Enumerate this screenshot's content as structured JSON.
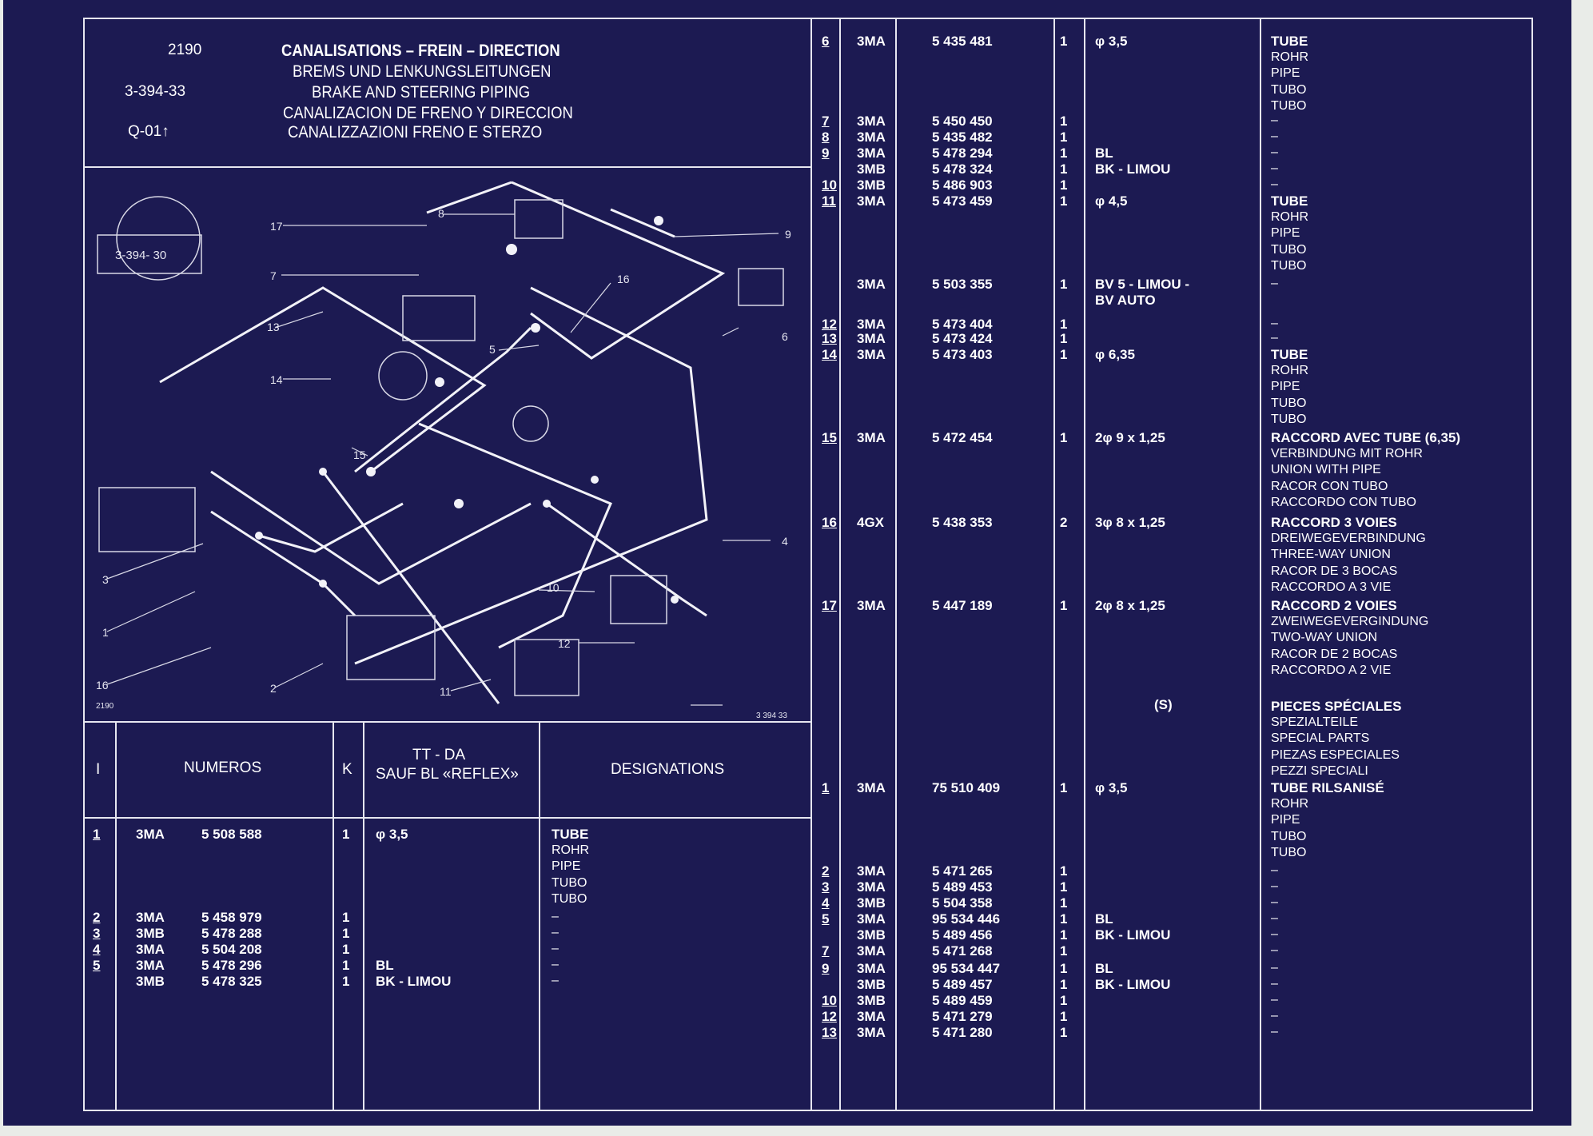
{
  "header": {
    "code": "2190",
    "ref": "3-394-33",
    "date": "Q-01↑",
    "title_fr": "CANALISATIONS – FREIN – DIRECTION",
    "title_de": "BREMS UND LENKUNGSLEITUNGEN",
    "title_en": "BRAKE AND STEERING PIPING",
    "title_es": "CANALIZACION DE FRENO Y DIRECCION",
    "title_it": "CANALIZZAZIONI FRENO E STERZO"
  },
  "diagram": {
    "callouts": [
      "17",
      "8",
      "9",
      "7",
      "16",
      "13",
      "6",
      "5",
      "14",
      "15",
      "4",
      "3",
      "10",
      "1",
      "12",
      "16",
      "2",
      "11"
    ],
    "ref_box": "3-394- 30",
    "code_small": "2190",
    "ref_small": "3 394 33"
  },
  "table_header": {
    "col_i": "I",
    "col_numeros": "NUMEROS",
    "col_k": "K",
    "col_tt_line1": "TT - DA",
    "col_tt_line2": "SAUF BL «REFLEX»",
    "col_designations": "DESIGNATIONS"
  },
  "left_rows": [
    {
      "i": "1",
      "code": "3MA",
      "num": "5 508 588",
      "k": "1",
      "tt": "φ 3,5",
      "des": [
        "TUBE",
        "ROHR",
        "PIPE",
        "TUBO",
        "TUBO"
      ]
    },
    {
      "i": "2",
      "code": "3MA",
      "num": "5 458 979",
      "k": "1",
      "tt": "",
      "des": [
        "–"
      ]
    },
    {
      "i": "3",
      "code": "3MB",
      "num": "5 478 288",
      "k": "1",
      "tt": "",
      "des": [
        "–"
      ]
    },
    {
      "i": "4",
      "code": "3MA",
      "num": "5 504 208",
      "k": "1",
      "tt": "",
      "des": [
        "–"
      ]
    },
    {
      "i": "5",
      "code": "3MA",
      "num": "5 478 296",
      "k": "1",
      "tt": "BL",
      "des": [
        "–"
      ]
    },
    {
      "i": "",
      "code": "3MB",
      "num": "5 478 325",
      "k": "1",
      "tt": "BK - LIMOU",
      "des": [
        "–"
      ]
    }
  ],
  "right_rows": [
    {
      "i": "6",
      "code": "3MA",
      "num": "5 435 481",
      "k": "1",
      "tt": "φ 3,5",
      "des": [
        "TUBE",
        "ROHR",
        "PIPE",
        "TUBO",
        "TUBO"
      ]
    },
    {
      "i": "7",
      "code": "3MA",
      "num": "5 450 450",
      "k": "1",
      "tt": "",
      "des": [
        "–"
      ]
    },
    {
      "i": "8",
      "code": "3MA",
      "num": "5 435 482",
      "k": "1",
      "tt": "",
      "des": [
        "–"
      ]
    },
    {
      "i": "9",
      "code": "3MA",
      "num": "5 478 294",
      "k": "1",
      "tt": "BL",
      "des": [
        "–"
      ]
    },
    {
      "i": "",
      "code": "3MB",
      "num": "5 478 324",
      "k": "1",
      "tt": "BK - LIMOU",
      "des": [
        "–"
      ]
    },
    {
      "i": "10",
      "code": "3MB",
      "num": "5 486 903",
      "k": "1",
      "tt": "",
      "des": [
        "–"
      ]
    },
    {
      "i": "11",
      "code": "3MA",
      "num": "5 473 459",
      "k": "1",
      "tt": "φ 4,5",
      "des": [
        "TUBE",
        "ROHR",
        "PIPE",
        "TUBO",
        "TUBO"
      ]
    },
    {
      "i": "",
      "code": "3MA",
      "num": "5 503 355",
      "k": "1",
      "tt": "BV 5 - LIMOU -",
      "tt2": "BV AUTO",
      "des": [
        "–"
      ]
    },
    {
      "i": "12",
      "code": "3MA",
      "num": "5 473 404",
      "k": "1",
      "tt": "",
      "des": [
        "–"
      ]
    },
    {
      "i": "13",
      "code": "3MA",
      "num": "5 473 424",
      "k": "1",
      "tt": "",
      "des": [
        "–"
      ]
    },
    {
      "i": "14",
      "code": "3MA",
      "num": "5 473 403",
      "k": "1",
      "tt": "φ 6,35",
      "des": [
        "TUBE",
        "ROHR",
        "PIPE",
        "TUBO",
        "TUBO"
      ]
    },
    {
      "i": "15",
      "code": "3MA",
      "num": "5 472 454",
      "k": "1",
      "tt": "2φ 9 x 1,25",
      "des": [
        "RACCORD AVEC TUBE (6,35)",
        "VERBINDUNG MIT ROHR",
        "UNION WITH PIPE",
        "RACOR CON TUBO",
        "RACCORDO CON TUBO"
      ]
    },
    {
      "i": "16",
      "code": "4GX",
      "num": "5 438 353",
      "k": "2",
      "tt": "3φ 8 x 1,25",
      "des": [
        "RACCORD 3 VOIES",
        "DREIWEGEVERBINDUNG",
        "THREE-WAY UNION",
        "RACOR DE 3 BOCAS",
        "RACCORDO A 3 VIE"
      ]
    },
    {
      "i": "17",
      "code": "3MA",
      "num": "5 447 189",
      "k": "1",
      "tt": "2φ 8 x 1,25",
      "des": [
        "RACCORD 2 VOIES",
        "ZWEIWEGEVERGINDUNG",
        "TWO-WAY UNION",
        "RACOR DE 2 BOCAS",
        "RACCORDO A 2 VIE"
      ]
    }
  ],
  "special": {
    "mark": "(S)",
    "des": [
      "PIECES SPÉCIALES",
      "SPEZIALTEILE",
      "SPECIAL PARTS",
      "PIEZAS ESPECIALES",
      "PEZZI SPECIALI"
    ]
  },
  "special_rows": [
    {
      "i": "1",
      "code": "3MA",
      "num": "75 510 409",
      "k": "1",
      "tt": "φ 3,5",
      "des": [
        "TUBE RILSANISÉ",
        "ROHR",
        "PIPE",
        "TUBO",
        "TUBO"
      ]
    },
    {
      "i": "2",
      "code": "3MA",
      "num": "5 471 265",
      "k": "1",
      "tt": "",
      "des": [
        "–"
      ]
    },
    {
      "i": "3",
      "code": "3MA",
      "num": "5 489 453",
      "k": "1",
      "tt": "",
      "des": [
        "–"
      ]
    },
    {
      "i": "4",
      "code": "3MB",
      "num": "5 504 358",
      "k": "1",
      "tt": "",
      "des": [
        "–"
      ]
    },
    {
      "i": "5",
      "code": "3MA",
      "num": "95 534 446",
      "k": "1",
      "tt": "BL",
      "des": [
        "–"
      ]
    },
    {
      "i": "",
      "code": "3MB",
      "num": "5 489 456",
      "k": "1",
      "tt": "BK - LIMOU",
      "des": [
        "–"
      ]
    },
    {
      "i": "7",
      "code": "3MA",
      "num": "5 471 268",
      "k": "1",
      "tt": "",
      "des": [
        "–"
      ]
    },
    {
      "i": "9",
      "code": "3MA",
      "num": "95 534 447",
      "k": "1",
      "tt": "BL",
      "des": [
        "–"
      ]
    },
    {
      "i": "",
      "code": "3MB",
      "num": "5 489 457",
      "k": "1",
      "tt": "BK - LIMOU",
      "des": [
        "–"
      ]
    },
    {
      "i": "10",
      "code": "3MB",
      "num": "5 489 459",
      "k": "1",
      "tt": "",
      "des": [
        "–"
      ]
    },
    {
      "i": "12",
      "code": "3MA",
      "num": "5 471 279",
      "k": "1",
      "tt": "",
      "des": [
        "–"
      ]
    },
    {
      "i": "13",
      "code": "3MA",
      "num": "5 471 280",
      "k": "1",
      "tt": "",
      "des": [
        "–"
      ]
    }
  ]
}
